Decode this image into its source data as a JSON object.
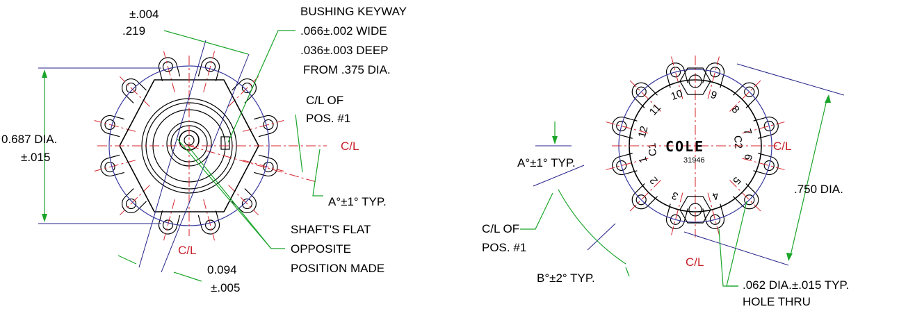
{
  "left_view": {
    "tol_004": "±.004",
    "dim_219": ".219",
    "keyway_line1": "BUSHING KEYWAY",
    "keyway_line2": ".066±.002 WIDE",
    "keyway_line3": ".036±.003 DEEP",
    "keyway_line4": "FROM .375 DIA.",
    "cl_pos_line1": "C/L OF",
    "cl_pos_line2": "POS. #1",
    "cl_right": "C/L",
    "cl_bottom": "C/L",
    "dia_line1": "0.687 DIA.",
    "dia_line2": "±.015",
    "angle_a": "A°±1° TYP.",
    "flat_line1": "SHAFT'S FLAT",
    "flat_line2": "OPPOSITE",
    "flat_line3": "POSITION MADE",
    "dim_094": "0.094",
    "tol_005": "±.005"
  },
  "right_view": {
    "logo": "COLE",
    "part_number": "31946",
    "cl_right": "C/L",
    "cl_bottom": "C/L",
    "angle_a": "A°±1° TYP.",
    "cl_pos_line1": "C/L OF",
    "cl_pos_line2": "POS. #1",
    "angle_b": "B°±2° TYP.",
    "dia_750": ".750 DIA.",
    "hole_line1": ".062 DIA.±.015 TYP.",
    "hole_line2": "HOLE THRU",
    "positions": [
      "1",
      "2",
      "3",
      "4",
      "5",
      "6",
      "7",
      "8",
      "9",
      "10",
      "11",
      "12",
      "C1",
      "C2"
    ]
  },
  "colors": {
    "centerline": "#d6232a",
    "leader": "#1aa52a",
    "dimension": "#222288",
    "outline": "#000000"
  }
}
